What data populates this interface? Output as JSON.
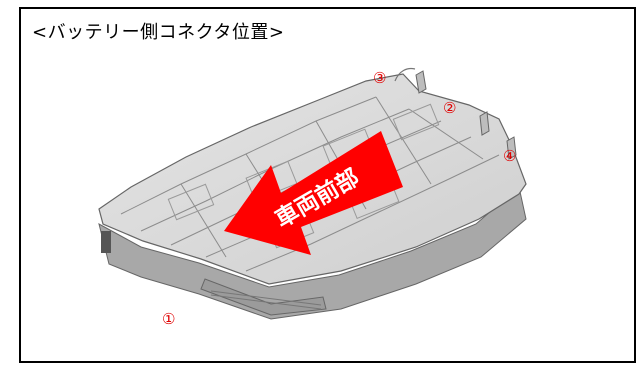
{
  "title": "<バッテリー側コネクタ位置>",
  "arrow": {
    "label": "車両前部",
    "color": "#ff0000"
  },
  "connectors": [
    {
      "label": "①"
    },
    {
      "label": "②"
    },
    {
      "label": "③"
    },
    {
      "label": "④"
    }
  ],
  "colors": {
    "frame": "#000000",
    "marker": "#e00000",
    "battery": "#b9b9b9"
  }
}
